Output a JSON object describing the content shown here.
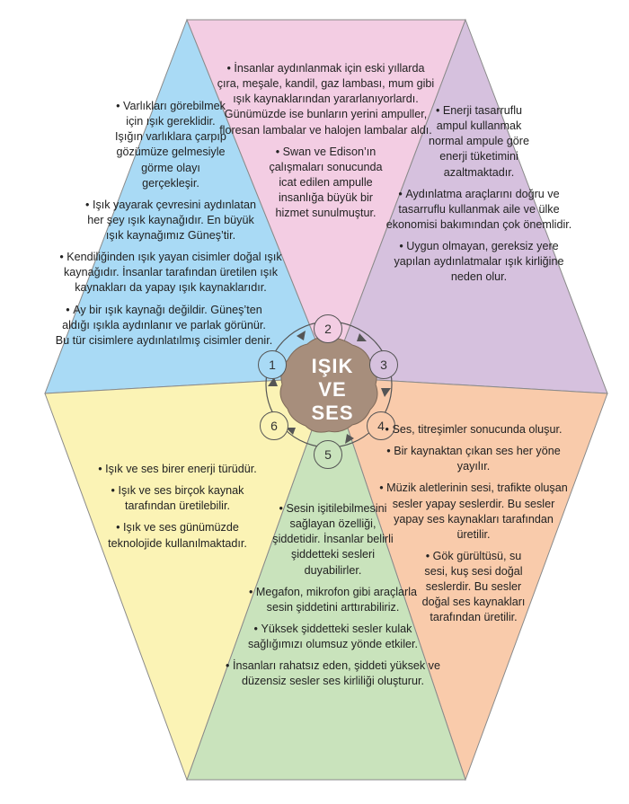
{
  "center": {
    "line1": "IŞIK",
    "line2": "VE",
    "line3": "SES"
  },
  "colors": {
    "blue": "#a9daf5",
    "pink": "#f3cde3",
    "purple": "#d6c1de",
    "peach": "#f9cbab",
    "green": "#c9e3bc",
    "yellow": "#fbf3b5",
    "center": "#a78e7c"
  },
  "sections": {
    "s1": {
      "number": "1",
      "items": [
        "Varlıkları görebilmek için ışık gereklidir. Işığın varlıklara çarpıp gözümüze gelmesiyle görme olayı gerçekleşir.",
        "Işık yayarak çevresini aydınlatan her şey ışık kaynağıdır. En büyük ışık kaynağımız Güneş’tir.",
        "Kendiliğinden ışık yayan cisimler doğal ışık kaynağıdır. İnsanlar tarafından üretilen ışık kaynakları da yapay ışık kaynaklarıdır.",
        "Ay bir ışık kaynağı değildir. Güneş’ten aldığı ışıkla aydınlanır ve parlak görünür. Bu tür cisimlere aydınlatılmış cisimler denir."
      ]
    },
    "s2": {
      "number": "2",
      "items": [
        "İnsanlar aydınlanmak için eski yıllarda çıra, meşale, kandil, gaz lambası, mum gibi ışık kaynaklarından yararlanıyorlardı. Günümüzde ise bunların yerini ampuller, floresan lambalar ve halojen lambalar aldı.",
        "Swan ve Edison’ın çalışmaları sonucunda icat edilen ampulle insanlığa büyük bir hizmet sunulmuştur."
      ]
    },
    "s3": {
      "number": "3",
      "items": [
        "Enerji tasarruflu ampul kullanmak normal ampule göre enerji tüketimini azaltmaktadır.",
        "Aydınlatma araçlarını doğru ve tasarruflu kullanmak aile ve ülke ekonomisi bakımından çok önemlidir.",
        "Uygun olmayan, gereksiz yere yapılan aydınlatmalar ışık kirliğine neden olur."
      ]
    },
    "s4": {
      "number": "4",
      "items": [
        "Ses, titreşimler sonucunda oluşur.",
        "Bir kaynaktan çıkan ses her yöne yayılır.",
        "Müzik aletlerinin sesi, trafikte oluşan sesler yapay seslerdir. Bu sesler yapay ses kaynakları tarafından üretilir.",
        "Gök gürültüsü, su sesi, kuş sesi doğal seslerdir. Bu sesler doğal ses kaynakları tarafından üretilir."
      ]
    },
    "s5": {
      "number": "5",
      "items": [
        "Sesin işitilebilmesini sağlayan özelliği, şiddetidir. İnsanlar belirli şiddetteki sesleri duyabilirler.",
        "Megafon, mikrofon gibi araçlarla sesin şiddetini arttırabiliriz.",
        "Yüksek şiddetteki sesler kulak sağlığımızı olumsuz yönde etkiler.",
        "İnsanları rahatsız eden, şiddeti yüksek ve düzensiz sesler ses kirliliği oluşturur."
      ]
    },
    "s6": {
      "number": "6",
      "items": [
        "Işık ve ses birer enerji türüdür.",
        "Işık ve ses birçok kaynak tarafından üretilebilir.",
        "Işık ve ses günümüzde teknolojide kullanılmaktadır."
      ]
    }
  }
}
